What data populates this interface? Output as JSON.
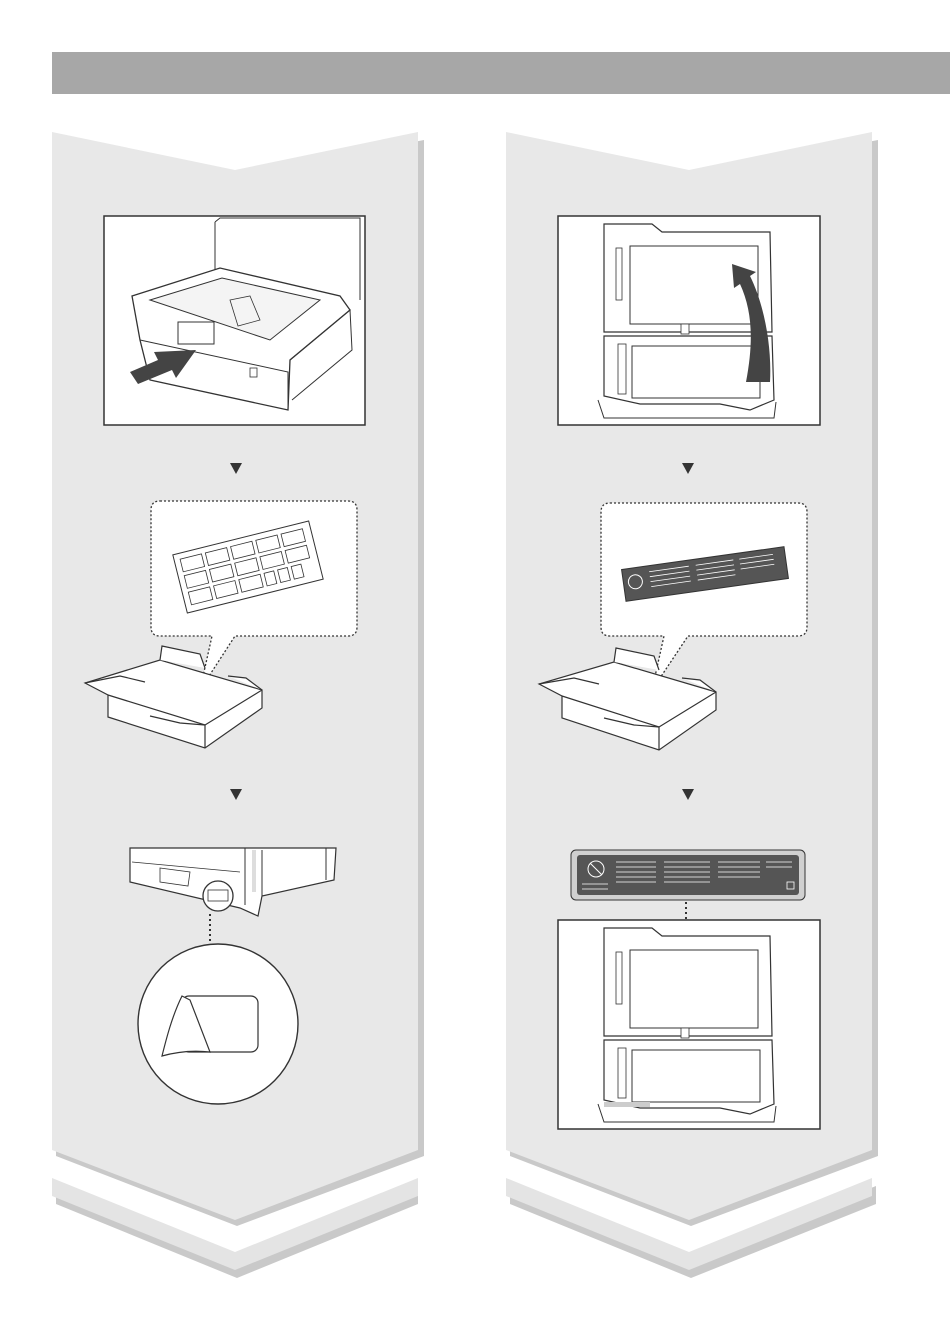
{
  "header": {
    "title": ""
  },
  "colors": {
    "header_bar": "#a7a7a7",
    "panel_fill": "#e8e8e8",
    "panel_shadow": "#c9c9c9",
    "line_art": "#333333",
    "arrow_dark": "#444444"
  },
  "columns": [
    {
      "id": "left",
      "steps": [
        {
          "illustration": "paper-drawer-insert-illustration",
          "icon": "push-arrow-icon"
        },
        {
          "illustration": "sticker-sheet-in-box-illustration",
          "icon": "open-box-icon"
        },
        {
          "illustration": "sticker-apply-printer-corner-illustration",
          "icon": "peel-sticker-icon"
        }
      ],
      "separators": [
        "down-triangle-icon",
        "down-triangle-icon"
      ]
    },
    {
      "id": "right",
      "steps": [
        {
          "illustration": "scanner-lid-open-illustration",
          "icon": "lift-arrow-icon"
        },
        {
          "illustration": "label-strip-in-box-illustration",
          "icon": "open-box-icon"
        },
        {
          "illustration": "label-strip-apply-scanner-illustration",
          "icon": "label-strip-icon"
        }
      ],
      "separators": [
        "down-triangle-icon",
        "down-triangle-icon"
      ]
    }
  ],
  "separator_glyph": "▼"
}
